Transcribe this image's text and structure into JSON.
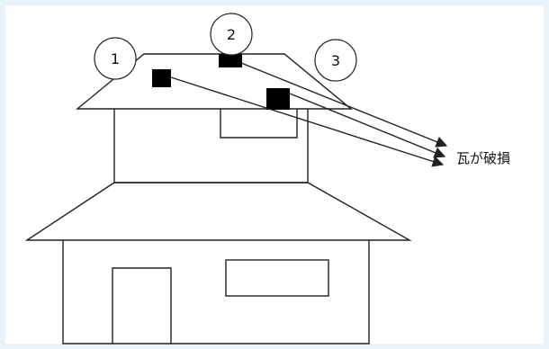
{
  "diagram": {
    "markers": [
      {
        "number": "1"
      },
      {
        "number": "2"
      },
      {
        "number": "3"
      }
    ],
    "caption": "瓦が破損",
    "colors": {
      "line": "#222222",
      "fill": "#000000",
      "background": "#ffffff",
      "frame": "#e8f3fa"
    }
  }
}
